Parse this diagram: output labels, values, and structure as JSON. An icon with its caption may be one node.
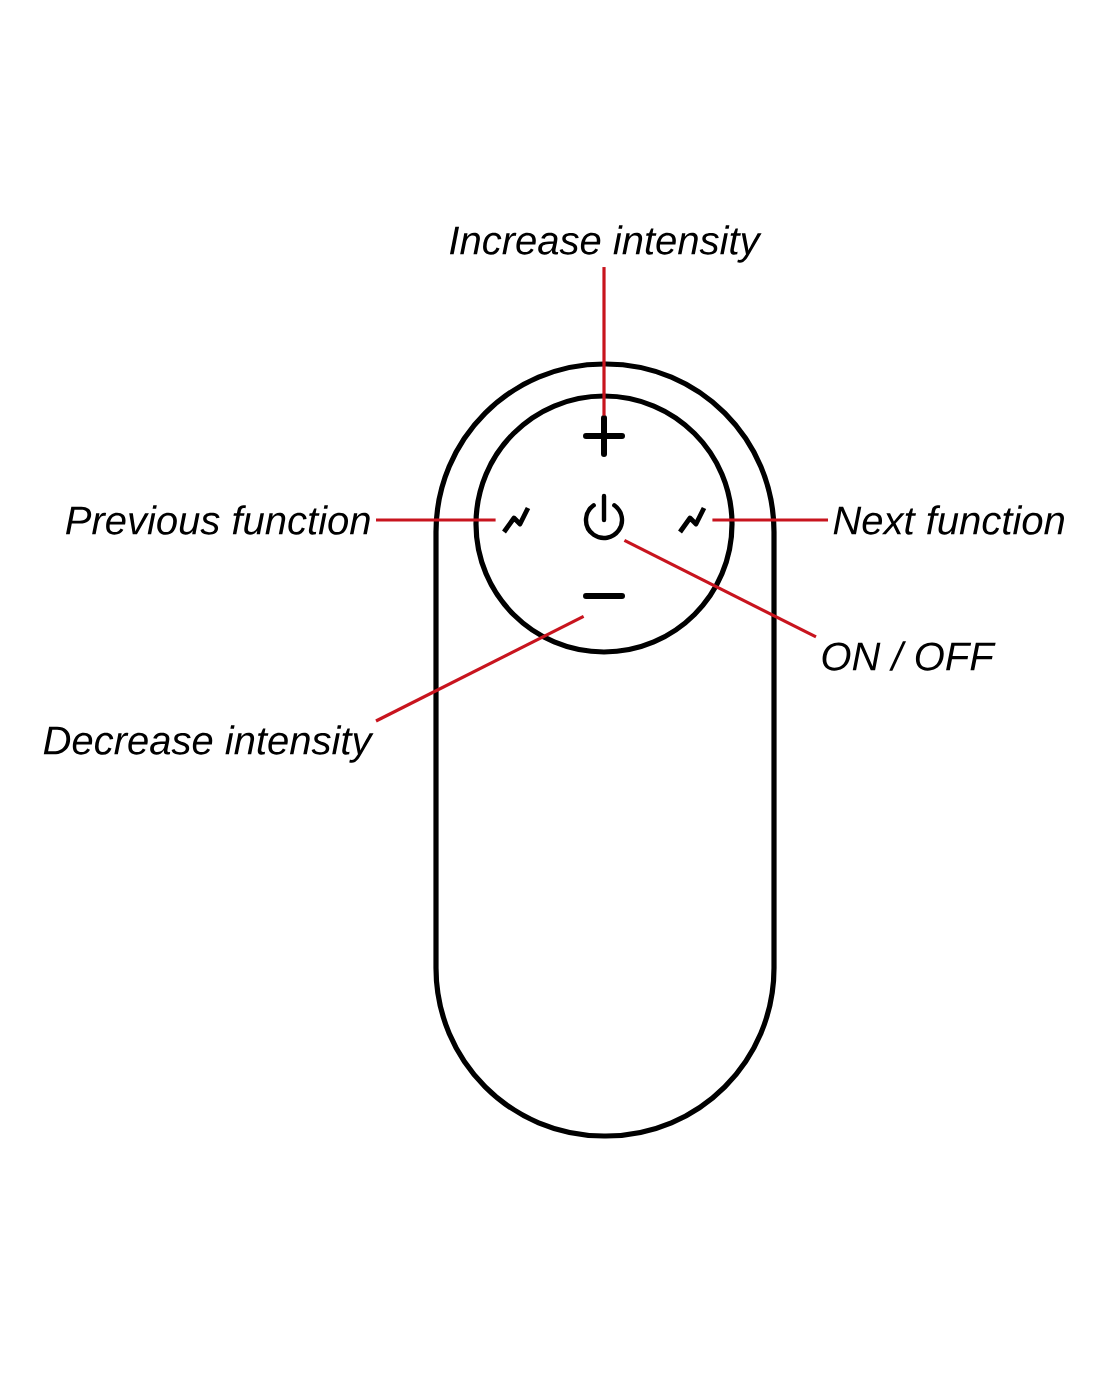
{
  "diagram": {
    "nodes": [
      {
        "text": [
          "Increase intensity"
        ]
      },
      {
        "text": [
          "Previous function"
        ]
      },
      {
        "text": [
          "Next function"
        ]
      },
      {
        "text": [
          "ON / OFF"
        ]
      },
      {
        "text": [
          "Decrease intensity"
        ]
      },
      {
        "text": [],
        "shape": "plus"
      },
      {
        "text": [],
        "shape": "bolt"
      },
      {
        "text": [],
        "shape": "power"
      },
      {
        "text": [],
        "shape": "bolt"
      },
      {
        "text": [],
        "shape": "minus"
      }
    ],
    "edges": [
      {
        "from": 0,
        "to": 5,
        "arrow": "none"
      },
      {
        "from": 1,
        "to": 6,
        "arrow": "none"
      },
      {
        "from": 2,
        "to": 8,
        "arrow": "none"
      },
      {
        "from": 3,
        "to": 7,
        "arrow": "none"
      },
      {
        "from": 4,
        "to": 9,
        "arrow": "none"
      }
    ]
  }
}
